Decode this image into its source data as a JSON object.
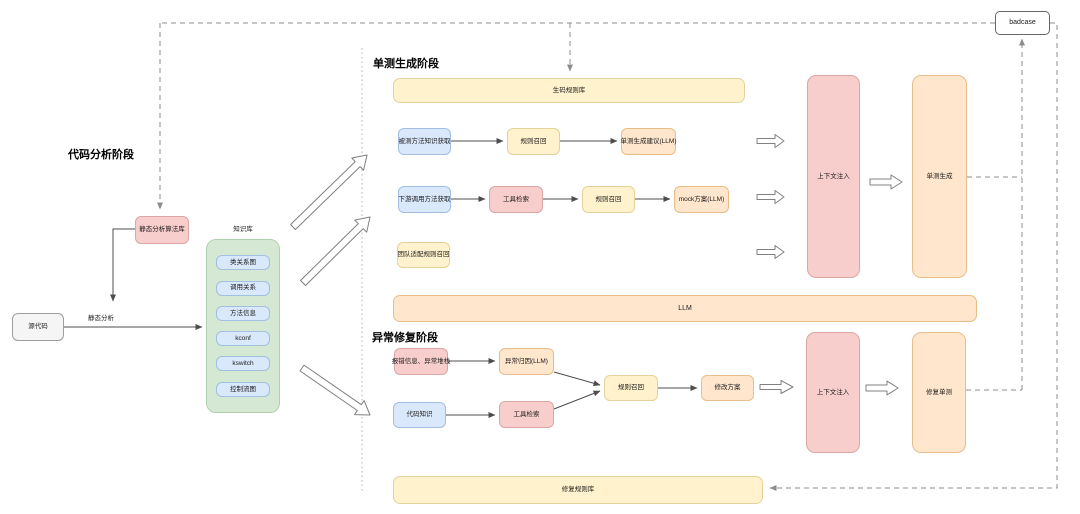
{
  "palette": {
    "pink_fill": "#f8cecc",
    "pink_border": "#d9a7a4",
    "blue_fill": "#dae8fc",
    "blue_border": "#a3bfe0",
    "yellow_fill": "#fff2cc",
    "yellow_border": "#e3d39b",
    "orange_fill": "#ffe6cc",
    "orange_border": "#e8bd8a",
    "green_fill": "#d5e8d4",
    "green_border": "#b0d0ae",
    "gray_fill": "#f5f5f5",
    "gray_border": "#9e9e9e",
    "edge_color": "#4d4d4d",
    "dashed_edge_color": "#8c8c8c"
  },
  "phases": {
    "analysis": "代码分析阶段",
    "unittest": "单测生成阶段",
    "repair": "异常修复阶段"
  },
  "analysis": {
    "source_code": "源代码",
    "edge_label": "静态分析",
    "algo_lib": "静态分析算法库",
    "kb_title": "知识库",
    "kb_items": [
      "类关系图",
      "调用关系",
      "方法信息",
      "kconf",
      "kswitch",
      "控制流图"
    ]
  },
  "unittest": {
    "rule_lib": "生码规则库",
    "target_knowledge": "被测方法知识获取",
    "rule_recall_1": "规则召回",
    "gen_suggestion": "单测生成建议(LLM)",
    "downstream": "下游调用方法获取",
    "tool_search": "工具检索",
    "rule_recall_2": "规则召回",
    "mock_plan": "mock方案(LLM)",
    "team_rule_recall": "团队适配规则召回",
    "context_inject": "上下文注入",
    "unittest_gen": "单测生成"
  },
  "llm_bar": "LLM",
  "repair": {
    "error_info": "报错信息、异常堆栈",
    "error_attribution": "异常归因(LLM)",
    "code_knowledge": "代码知识",
    "tool_search": "工具检索",
    "rule_recall": "规则召回",
    "fix_plan": "修改方案",
    "context_inject": "上下文注入",
    "fix_unittest": "修复单测",
    "rule_lib": "修复规则库"
  },
  "badcase": "badcase"
}
